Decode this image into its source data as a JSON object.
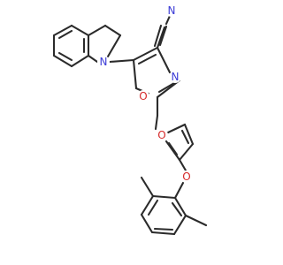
{
  "molecule": {
    "atom_labels": {
      "nitrogen_amine": "N",
      "nitrogen_nitrile": "N",
      "nitrogen_oxazole": "N",
      "oxygen_oxazole": "O",
      "oxygen_furan": "O",
      "oxygen_ether": "O"
    },
    "colors": {
      "bond": "#2b2b2b",
      "nitrogen": "#3b3bd6",
      "oxygen": "#d62a2a"
    }
  }
}
